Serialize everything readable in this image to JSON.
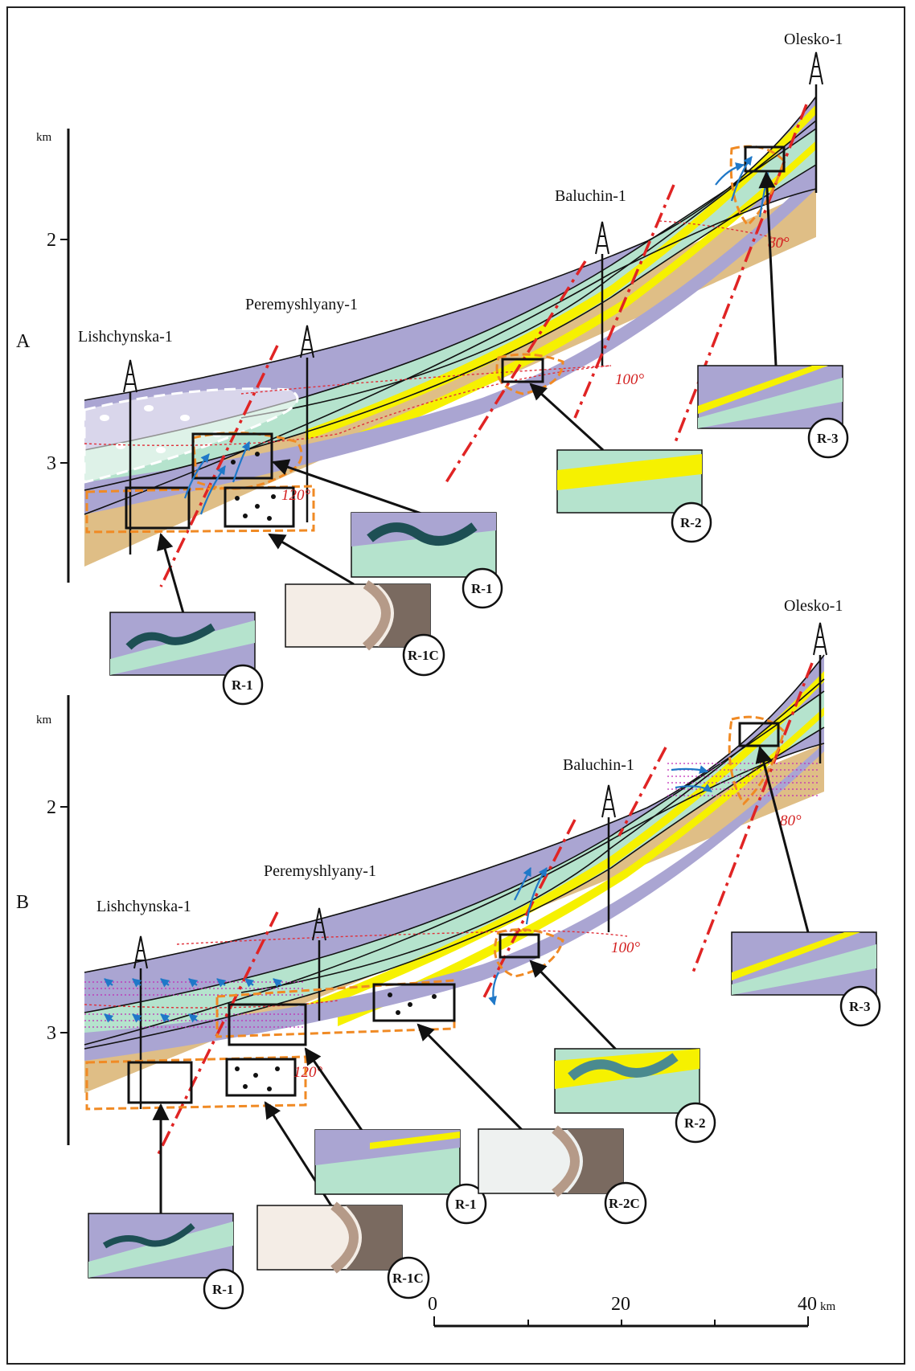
{
  "panels": [
    {
      "letter": "A",
      "depth_unit": "km",
      "depth_ticks": [
        "2",
        "3"
      ],
      "wells": [
        "Lishchynska-1",
        "Peremyshlyany-1",
        "Baluchin-1",
        "Olesko-1"
      ],
      "angles": [
        "100°",
        "80°",
        "120°"
      ],
      "insets": [
        "R-1",
        "R-1C",
        "R-1",
        "R-2",
        "R-3"
      ]
    },
    {
      "letter": "B",
      "depth_unit": "km",
      "depth_ticks": [
        "2",
        "3"
      ],
      "wells": [
        "Lishchynska-1",
        "Peremyshlyany-1",
        "Baluchin-1",
        "Olesko-1"
      ],
      "angles": [
        "100°",
        "80°",
        "120°"
      ],
      "insets": [
        "R-1",
        "R-1C",
        "R-1",
        "R-2C",
        "R-2",
        "R-3"
      ]
    }
  ],
  "scale_bar": {
    "ticks": [
      "0",
      "20",
      "40"
    ],
    "unit": "km"
  },
  "colors": {
    "purple": "#aaa5d2",
    "mint": "#b5e3cd",
    "yellow": "#f6f100",
    "sand": "#dfbe86",
    "fault": "#e02424",
    "fluid_arrow": "#1f78c8",
    "orange_zone": "#f08a24",
    "isotherm": "#e0303a"
  }
}
